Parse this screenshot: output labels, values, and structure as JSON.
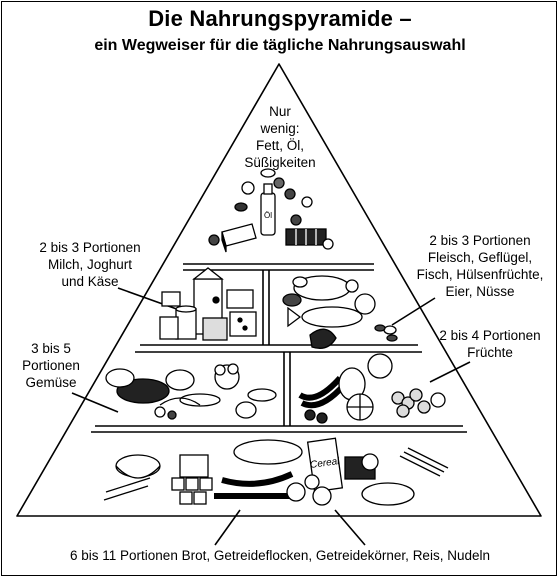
{
  "header": {
    "title": "Die Nahrungspyramide –",
    "subtitle": "ein Wegweiser für die tägliche Nahrungsauswahl"
  },
  "levels": {
    "fat": {
      "lines": [
        "Nur",
        "wenig:",
        "Fett, Öl,",
        "Süßigkeiten"
      ]
    },
    "milk": {
      "lines": [
        "2 bis 3 Portionen",
        "Milch, Joghurt",
        "und Käse"
      ]
    },
    "meat": {
      "lines": [
        "2 bis 3 Portionen",
        "Fleisch, Geflügel,",
        "Fisch, Hülsenfrüchte,",
        "Eier, Nüsse"
      ]
    },
    "vegetables": {
      "lines": [
        "3 bis 5",
        "Portionen",
        "Gemüse"
      ]
    },
    "fruit": {
      "lines": [
        "2 bis 4 Portionen",
        "Früchte"
      ]
    },
    "grain": {
      "lines": [
        "6 bis 11 Portionen Brot, Getreideflocken, Getreidekörner, Reis, Nudeln"
      ]
    }
  },
  "illustration_text": {
    "bottle_label": "Öl",
    "cereal_box_label": "Cereal"
  },
  "colors": {
    "ink": "#000000",
    "paper": "#ffffff"
  }
}
